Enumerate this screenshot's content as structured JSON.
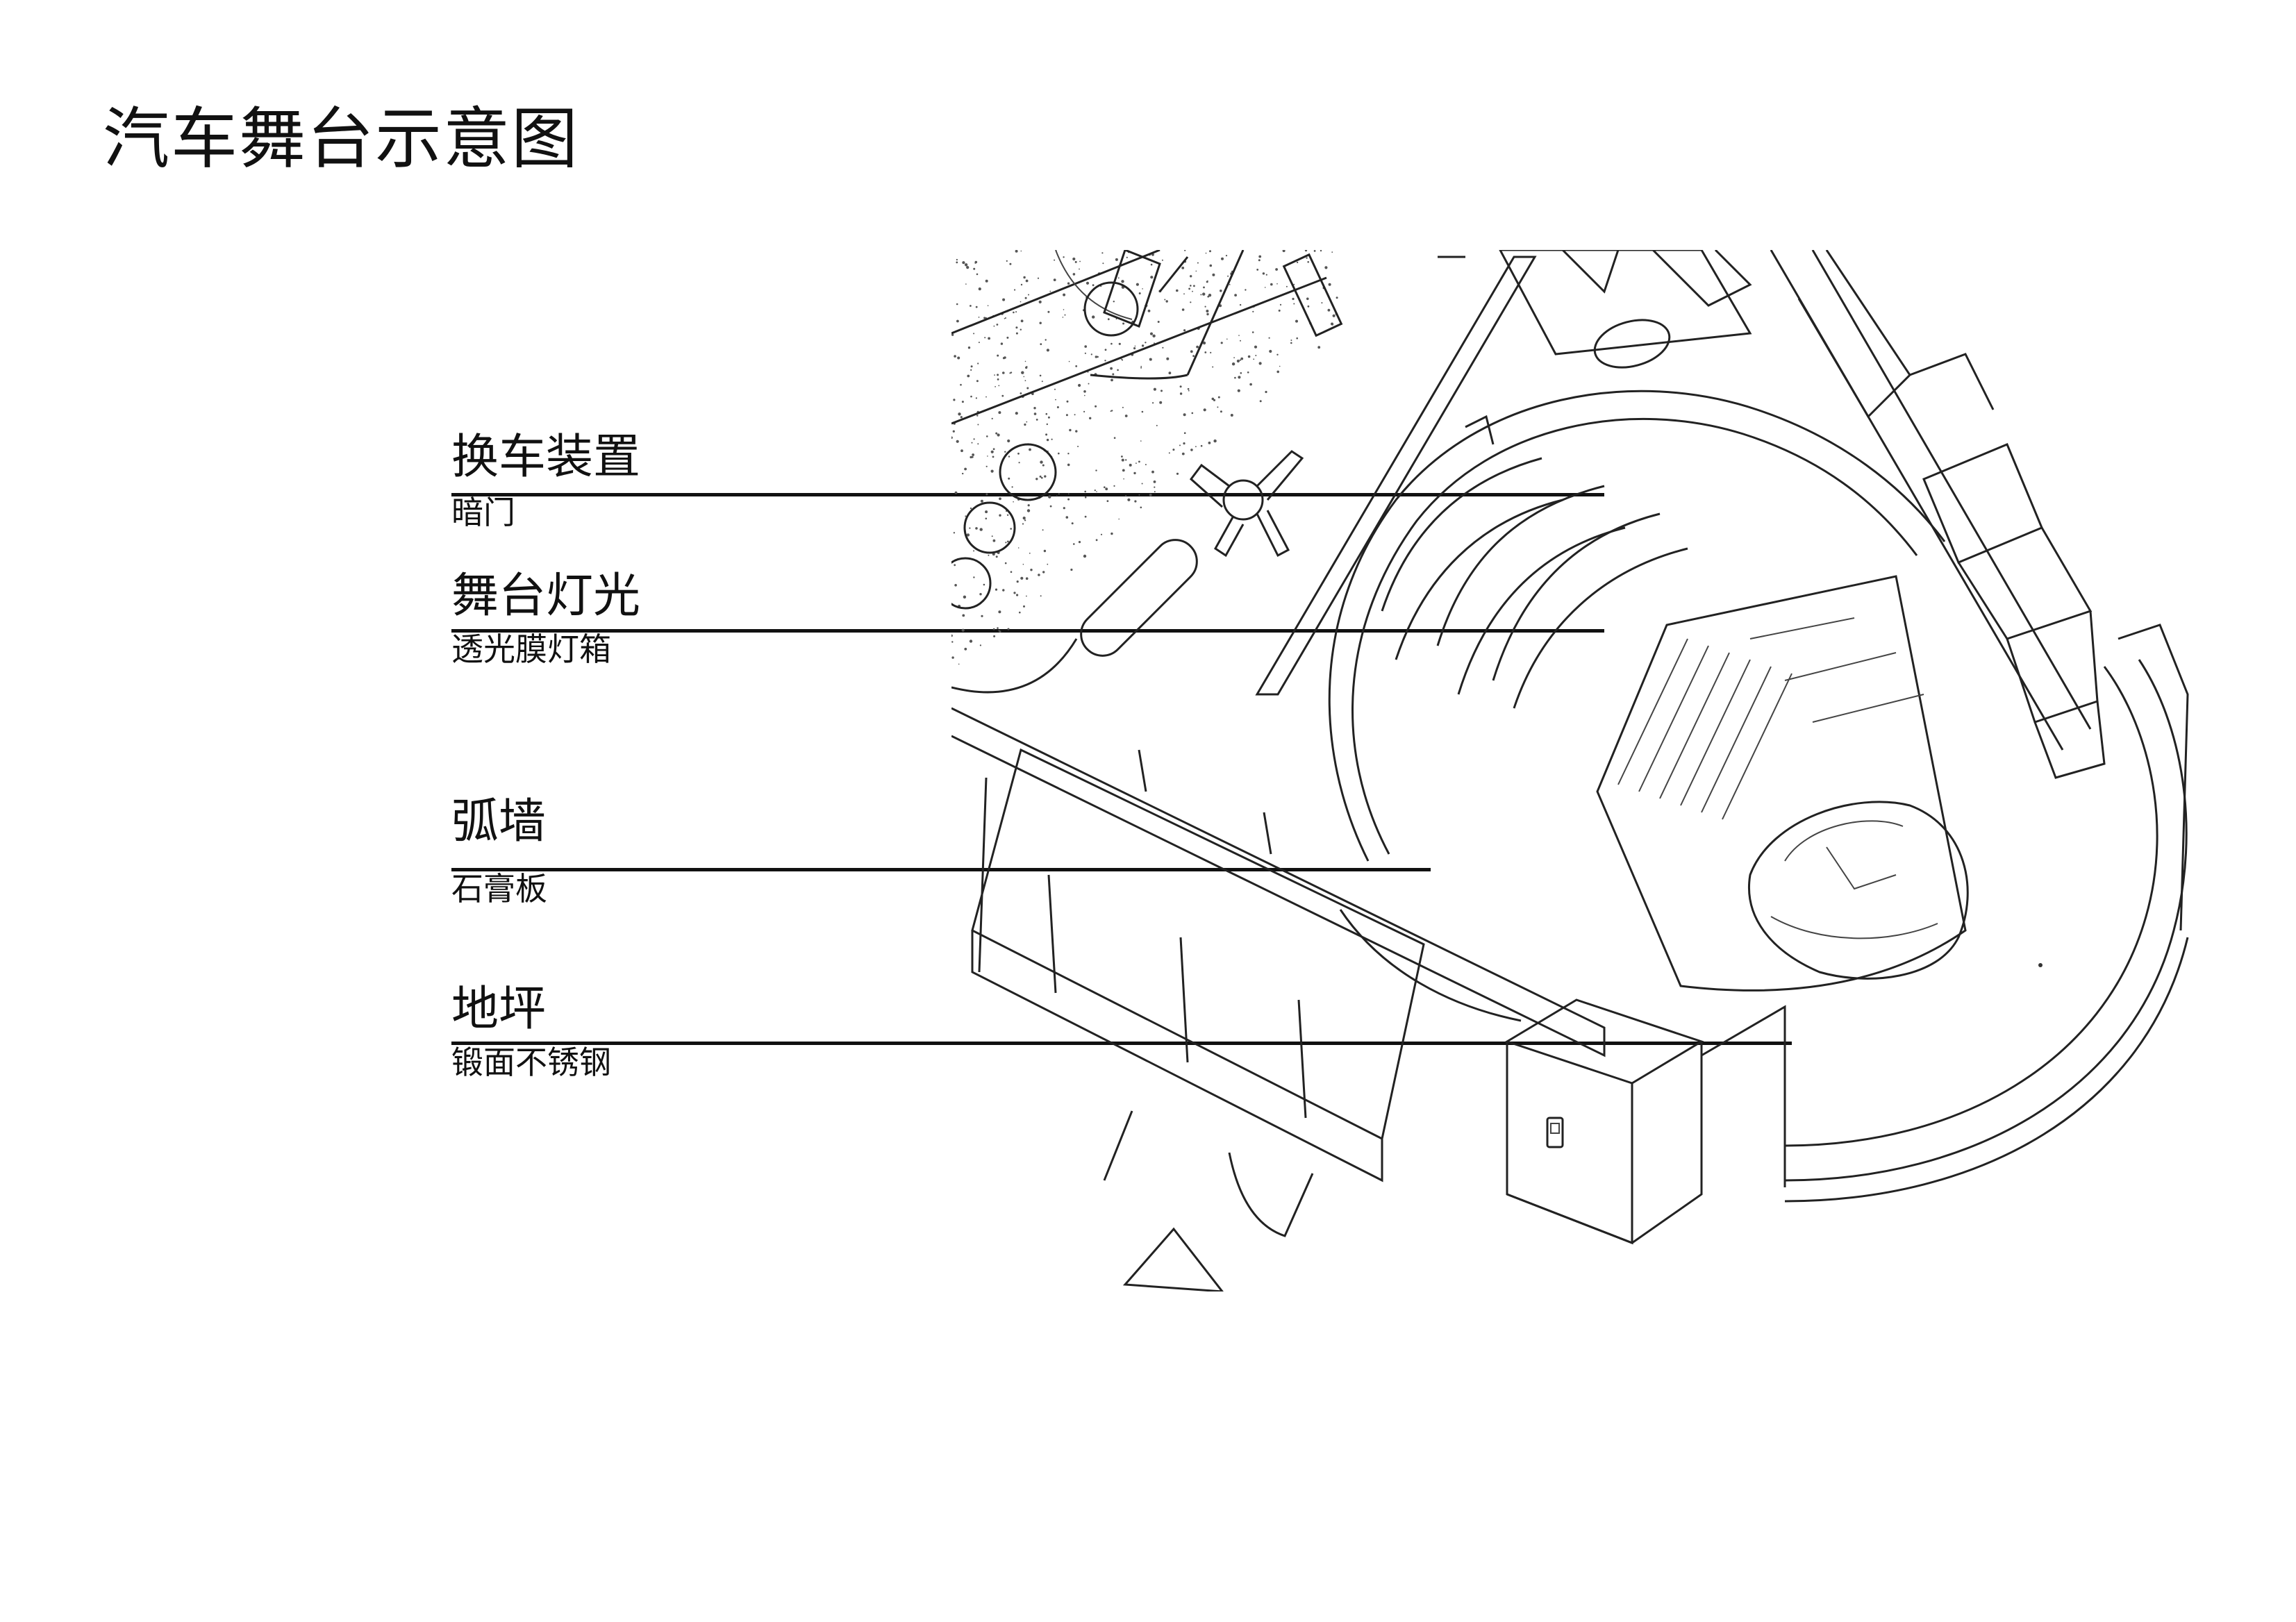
{
  "page": {
    "title": "汽车舞台示意图"
  },
  "callouts": [
    {
      "label": "换车装置",
      "sub": "暗门"
    },
    {
      "label": "舞台灯光",
      "sub": "透光膜灯箱"
    },
    {
      "label": "弧墙",
      "sub": "石膏板"
    },
    {
      "label": "地坪",
      "sub": "锻面不锈钢"
    }
  ],
  "drawing": {
    "subject": "isometric car stage with curved wall, lightbox, floor and car",
    "icons": [
      "person-figure-icon",
      "door-handle-icon",
      "tree-icon"
    ]
  }
}
